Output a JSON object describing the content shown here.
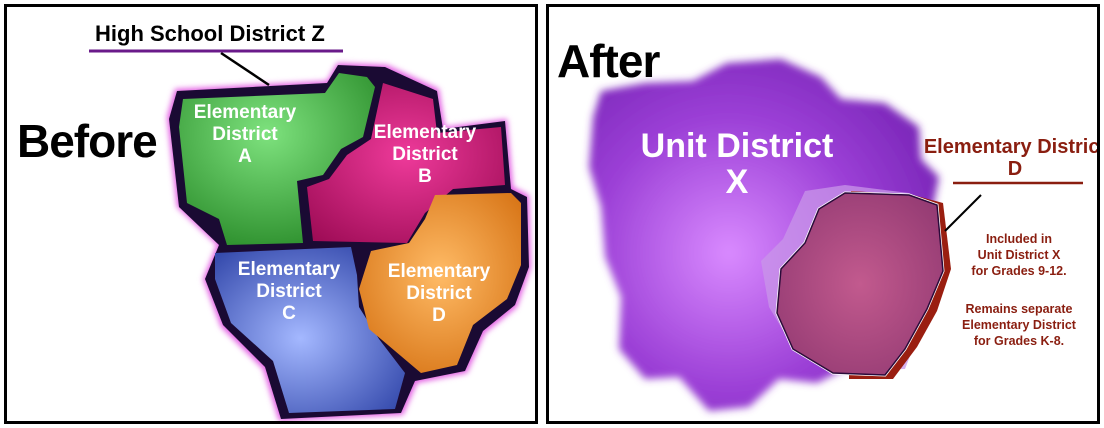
{
  "before": {
    "heading": "Before",
    "title": "High School District Z",
    "districts": {
      "a": [
        "Elementary",
        "District",
        "A"
      ],
      "b": [
        "Elementary",
        "District",
        "B"
      ],
      "c": [
        "Elementary",
        "District",
        "C"
      ],
      "d": [
        "Elementary",
        "District",
        "D"
      ]
    },
    "colors": {
      "a": "#3fae3f",
      "b": "#c8126e",
      "c": "#4b64c8",
      "d": "#ee8a28",
      "outline": "#1a0a33",
      "glow": "#d83cd8"
    }
  },
  "after": {
    "heading": "After",
    "unit": [
      "Unit District",
      "X"
    ],
    "elem_title": [
      "Elementary District",
      "D"
    ],
    "notes": {
      "included": [
        "Included in",
        "Unit District X",
        "for Grades 9-12."
      ],
      "remains": [
        "Remains separate",
        "Elementary District",
        "for Grades K-8."
      ]
    },
    "colors": {
      "unit": "#9a3ed0",
      "elem": "#b0406a",
      "accent": "#8a1e10"
    }
  }
}
